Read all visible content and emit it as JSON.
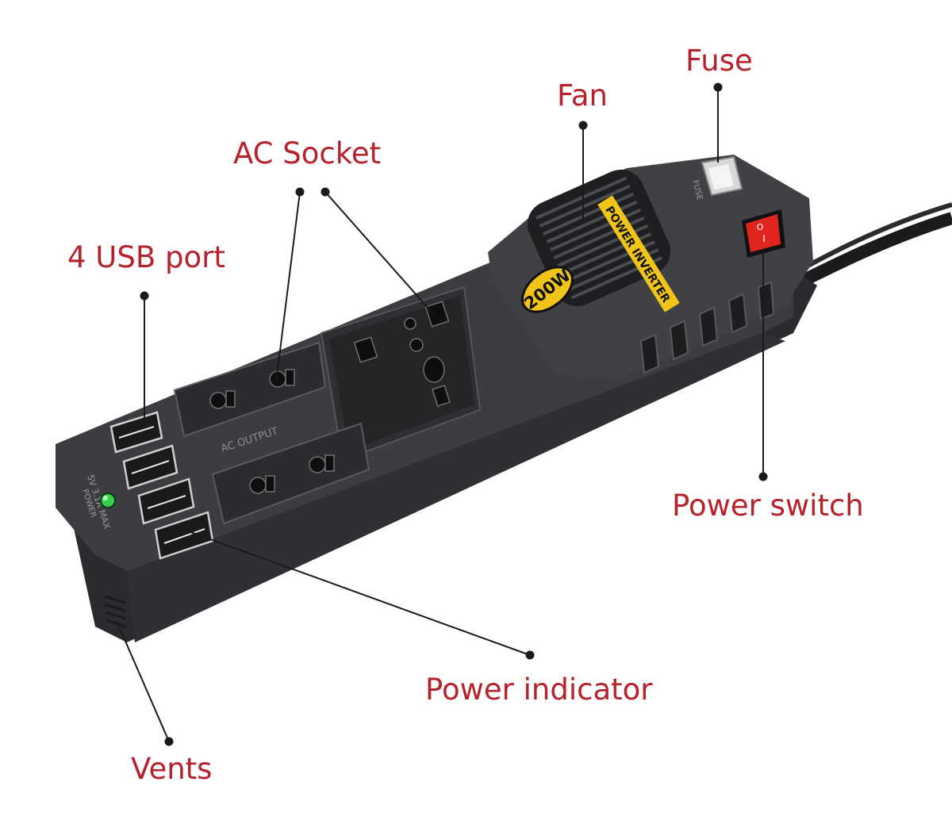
{
  "colors": {
    "label_text": "#b5222b",
    "leader_line": "#1a1a1a",
    "body_dark": "#3b3d40",
    "body_shadow": "#2a2b2e",
    "yellow_band": "#f0c419",
    "switch_red": "#e0251f",
    "led_green": "#35d14a"
  },
  "callouts": {
    "fuse": "Fuse",
    "fan": "Fan",
    "ac_socket": "AC Socket",
    "usb_port": "4 USB port",
    "power_switch": "Power switch",
    "power_indicator": "Power indicator",
    "vents": "Vents"
  },
  "device": {
    "wattage_badge": "200W",
    "fan_band_text": "POWER INVERTER",
    "fuse_label": "FUSE",
    "ac_output_label": "AC OUTPUT",
    "usb_spec_label": "5V 3.1A MAX",
    "power_led_label": "POWER",
    "switch_on_symbol": "I",
    "switch_off_symbol": "O"
  },
  "icons": {
    "leader_dot": "filled-circle",
    "switch": "rocker-switch-icon",
    "fan": "fan-grille-icon"
  }
}
